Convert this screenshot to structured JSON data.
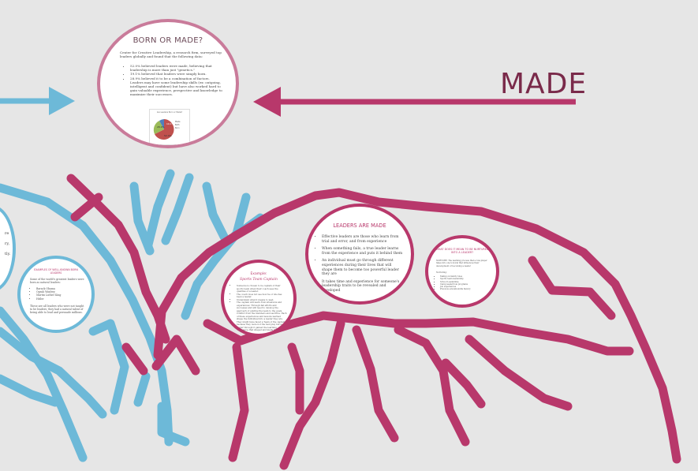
{
  "made": {
    "label": "MADE"
  },
  "born_or_made": {
    "title": "BORN OR MADE?",
    "intro": "Center for Creative Leadership, a research firm, surveyed top leaders globally and found that the following data:",
    "bullets": [
      "52.0% believed leaders were made, believing that leadership is more than just \"genetics.\"",
      "19.1% believed that leaders were simply born.",
      "28.9% believed it to be a combination of factors. Leaders may have some leadership skills (ex: outgoing, intelligent and confident) but have also worked hard to gain valuable experience, perspective and knowledge to maximize their successes."
    ],
    "chart_title": "Are Leaders Born or Made?",
    "chart_legend": [
      "Made",
      "Both",
      "Born"
    ],
    "chart_labels": [
      "28.9%",
      "52.0%",
      "19.1%"
    ],
    "colors": {
      "made": "#c0504d",
      "both": "#9bbb59",
      "born": "#4f81bd"
    }
  },
  "leaders_made": {
    "title": "LEADERS ARE MADE",
    "bullets": [
      "Effective leaders are those who learn from trial and error, and from experience",
      "When something fails, a true leader learns from the experience and puts it behind them",
      "An individual must go through different experiences during their lives that will shape them to become too powerful leader they are",
      "It takes time and experience for someone's leadership traits to be revealed and developed"
    ]
  },
  "example": {
    "title": "Example:",
    "subtitle": "Sports Team Captain",
    "bullets": [
      "Someone is chosen to be captain of their sports team when their coach sees the qualities of a leader.",
      "The coach does not see how he or she has been a leader.",
      "Understand what it means to lead.",
      "The captain will learn from situations and experiences: Through fail efforts and successes and will need to develop the approach of guiding the team to the goals. Conflict from the members and sacrifice. Each of these experiences and lessons learned shape the individual into a leader they are.",
      "They might have faced a Team of the captain because they were not the best play but is a leader through it gained the learning experience that shaped and made them in the leader."
    ]
  },
  "what_does": {
    "title": "WHAT DOES IT MEAN TO BE NURTURED INTO A LEADER?",
    "intro": "NURTURE: The learning process that a role player takes into one's moral that influences their development of becoming a leader",
    "subhead": "Nurturing:",
    "bullets": [
      "Taking on family roles",
      "Sports team leadership",
      "School Leadership",
      "Camp leader/role programs",
      "Job experiences",
      "Previous education/life history"
    ]
  },
  "examples": {
    "title": "EXAMPLES OF WELL-KNOWN BORN LEADERS",
    "intro": "Some of the world's greatest leaders were born as natural leaders:",
    "bullets": [
      "Barack Obama",
      "Oprah Winfrey",
      "Martin Luther King",
      "Hitler"
    ],
    "footer": "These are all leaders who were not taught to be leaders; they had a natural talent of being able to lead and persuade millions."
  },
  "edge": {
    "lines": [
      "re",
      "ry,",
      "tly."
    ]
  }
}
